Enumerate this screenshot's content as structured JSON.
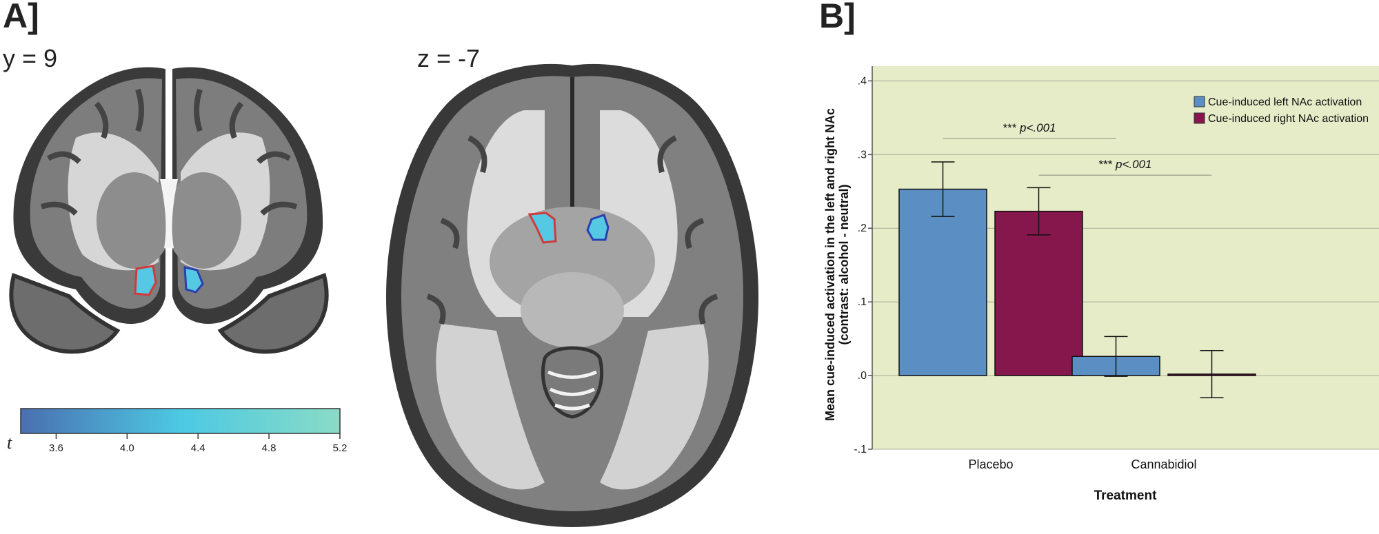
{
  "panel_a": {
    "label": "A]",
    "coronal_slice_label": "y = 9",
    "axial_slice_label": "z = -7",
    "colorbar": {
      "symbol": "t",
      "ticks": [
        "3.6",
        "4.0",
        "4.4",
        "4.8",
        "5.2"
      ],
      "colors": [
        "#4a6fb0",
        "#4cc9e3",
        "#8adbc6"
      ]
    },
    "roi_colors": {
      "left_nac_outline": "#d23a3a",
      "right_nac_outline": "#2c3fae",
      "activation_fill": "#55c8e4"
    }
  },
  "panel_b": {
    "label": "B]"
  },
  "chart_data": {
    "type": "bar",
    "categories": [
      "Placebo",
      "Cannabidiol"
    ],
    "series": [
      {
        "name": "Cue-induced left NAc activation",
        "color": "#5b8fc3",
        "values": [
          0.253,
          0.026
        ],
        "error": [
          0.037,
          0.027
        ]
      },
      {
        "name": "Cue-induced right NAc activation",
        "color": "#85174c",
        "values": [
          0.223,
          0.002
        ],
        "error": [
          0.032,
          0.032
        ]
      }
    ],
    "xlabel": "Treatment",
    "ylabel_lines": [
      "Mean cue-induced activation in the left and right NAc",
      "(contrast: alcohol - neutral)"
    ],
    "ylim": [
      -0.1,
      0.42
    ],
    "yticks": [
      -0.1,
      0.0,
      0.1,
      0.2,
      0.3,
      0.4
    ],
    "ytick_labels": [
      "-.1",
      ".0",
      ".1",
      ".2",
      ".3",
      ".4"
    ],
    "grid": true,
    "plot_background": "#e6ebc8",
    "legend_position": "top-right",
    "annotations": [
      {
        "stars": "***",
        "text": "p<.001",
        "from": "Placebo left NAc",
        "to": "Cannabidiol left NAc",
        "y": 0.322
      },
      {
        "stars": "***",
        "text": "p<.001",
        "from": "Placebo right NAc",
        "to": "Cannabidiol right NAc",
        "y": 0.272
      }
    ]
  }
}
